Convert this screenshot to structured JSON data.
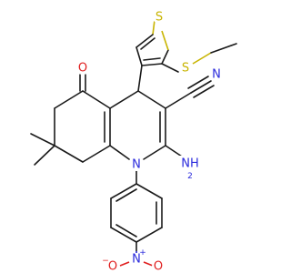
{
  "atoms": {
    "sulfur_thiophene": "S",
    "sulfur_thioether": "S",
    "oxygen_ketone": "O",
    "nitrile_nitrogen": "N",
    "amine_label": "NH",
    "amine_subscript": "2",
    "ring_nitrogen": "N",
    "nitro_nitrogen": "N",
    "nitro_nitrogen_charge": "+",
    "nitro_oxygen_top": "O",
    "nitro_oxygen_left": "O",
    "nitro_oxygen_charge": "−"
  },
  "colors": {
    "carbon": "#1a1a1a",
    "nitrogen": "#2a2adc",
    "oxygen": "#e02020",
    "sulfur": "#c8b400"
  }
}
